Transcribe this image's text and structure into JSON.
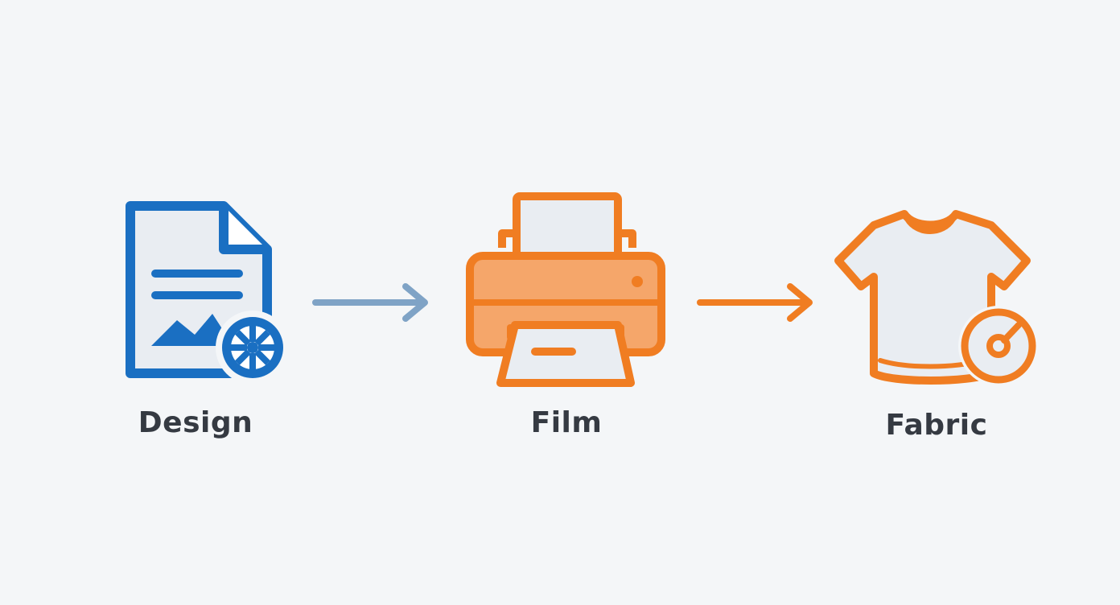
{
  "colors": {
    "background": "#f4f6f8",
    "design_blue": "#1a6fc2",
    "print_orange": "#f07d22",
    "printer_body_fill": "#f5a66a",
    "arrow_blue": "#7fa3c6",
    "arrow_orange": "#f07d22",
    "icon_fill_light": "#e9edf2",
    "label_text": "#353a42"
  },
  "steps": [
    {
      "label": "Design",
      "icon": "document-image-reel-icon"
    },
    {
      "label": "Film",
      "icon": "printer-icon"
    },
    {
      "label": "Fabric",
      "icon": "tshirt-heat-press-icon"
    }
  ],
  "arrows": [
    {
      "icon": "arrow-right-icon",
      "color_key": "arrow_blue"
    },
    {
      "icon": "arrow-right-icon",
      "color_key": "arrow_orange"
    }
  ]
}
